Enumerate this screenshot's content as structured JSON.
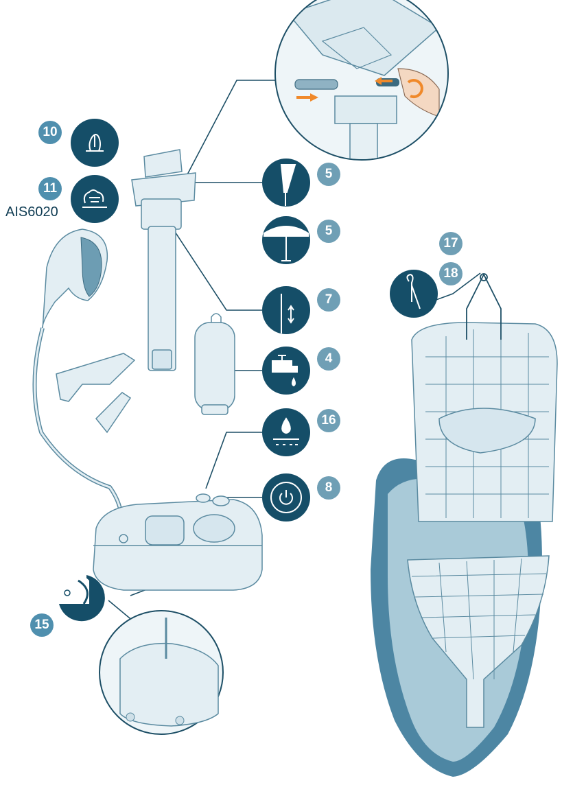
{
  "colors": {
    "navy": "#154e68",
    "badge": "#4f8fae",
    "line": "#1d4f66",
    "part_fill": "#e3eef3",
    "part_stroke": "#5a8aa0",
    "board_dark": "#4d86a3",
    "board_light": "#a9cad8",
    "accent_orange": "#f0892a"
  },
  "labels": {
    "model": "AIS6020",
    "n10": "10",
    "n11": "11",
    "n5a": "5",
    "n5b": "5",
    "n7": "7",
    "n4": "4",
    "n16": "16",
    "n8": "8",
    "n17": "17",
    "n18": "18",
    "n15": "15"
  },
  "icons": {
    "i10": "steam-icon",
    "i11": "turbo-steam-icon",
    "i5a": "soleplate-tilt-icon",
    "i5b": "iron-rest-icon",
    "i7": "height-adjust-icon",
    "i4": "water-tap-icon",
    "i16": "descaling-icon",
    "i8": "power-icon",
    "i17": "hanger-hook-icon",
    "i15": "cord-rewind-icon"
  }
}
